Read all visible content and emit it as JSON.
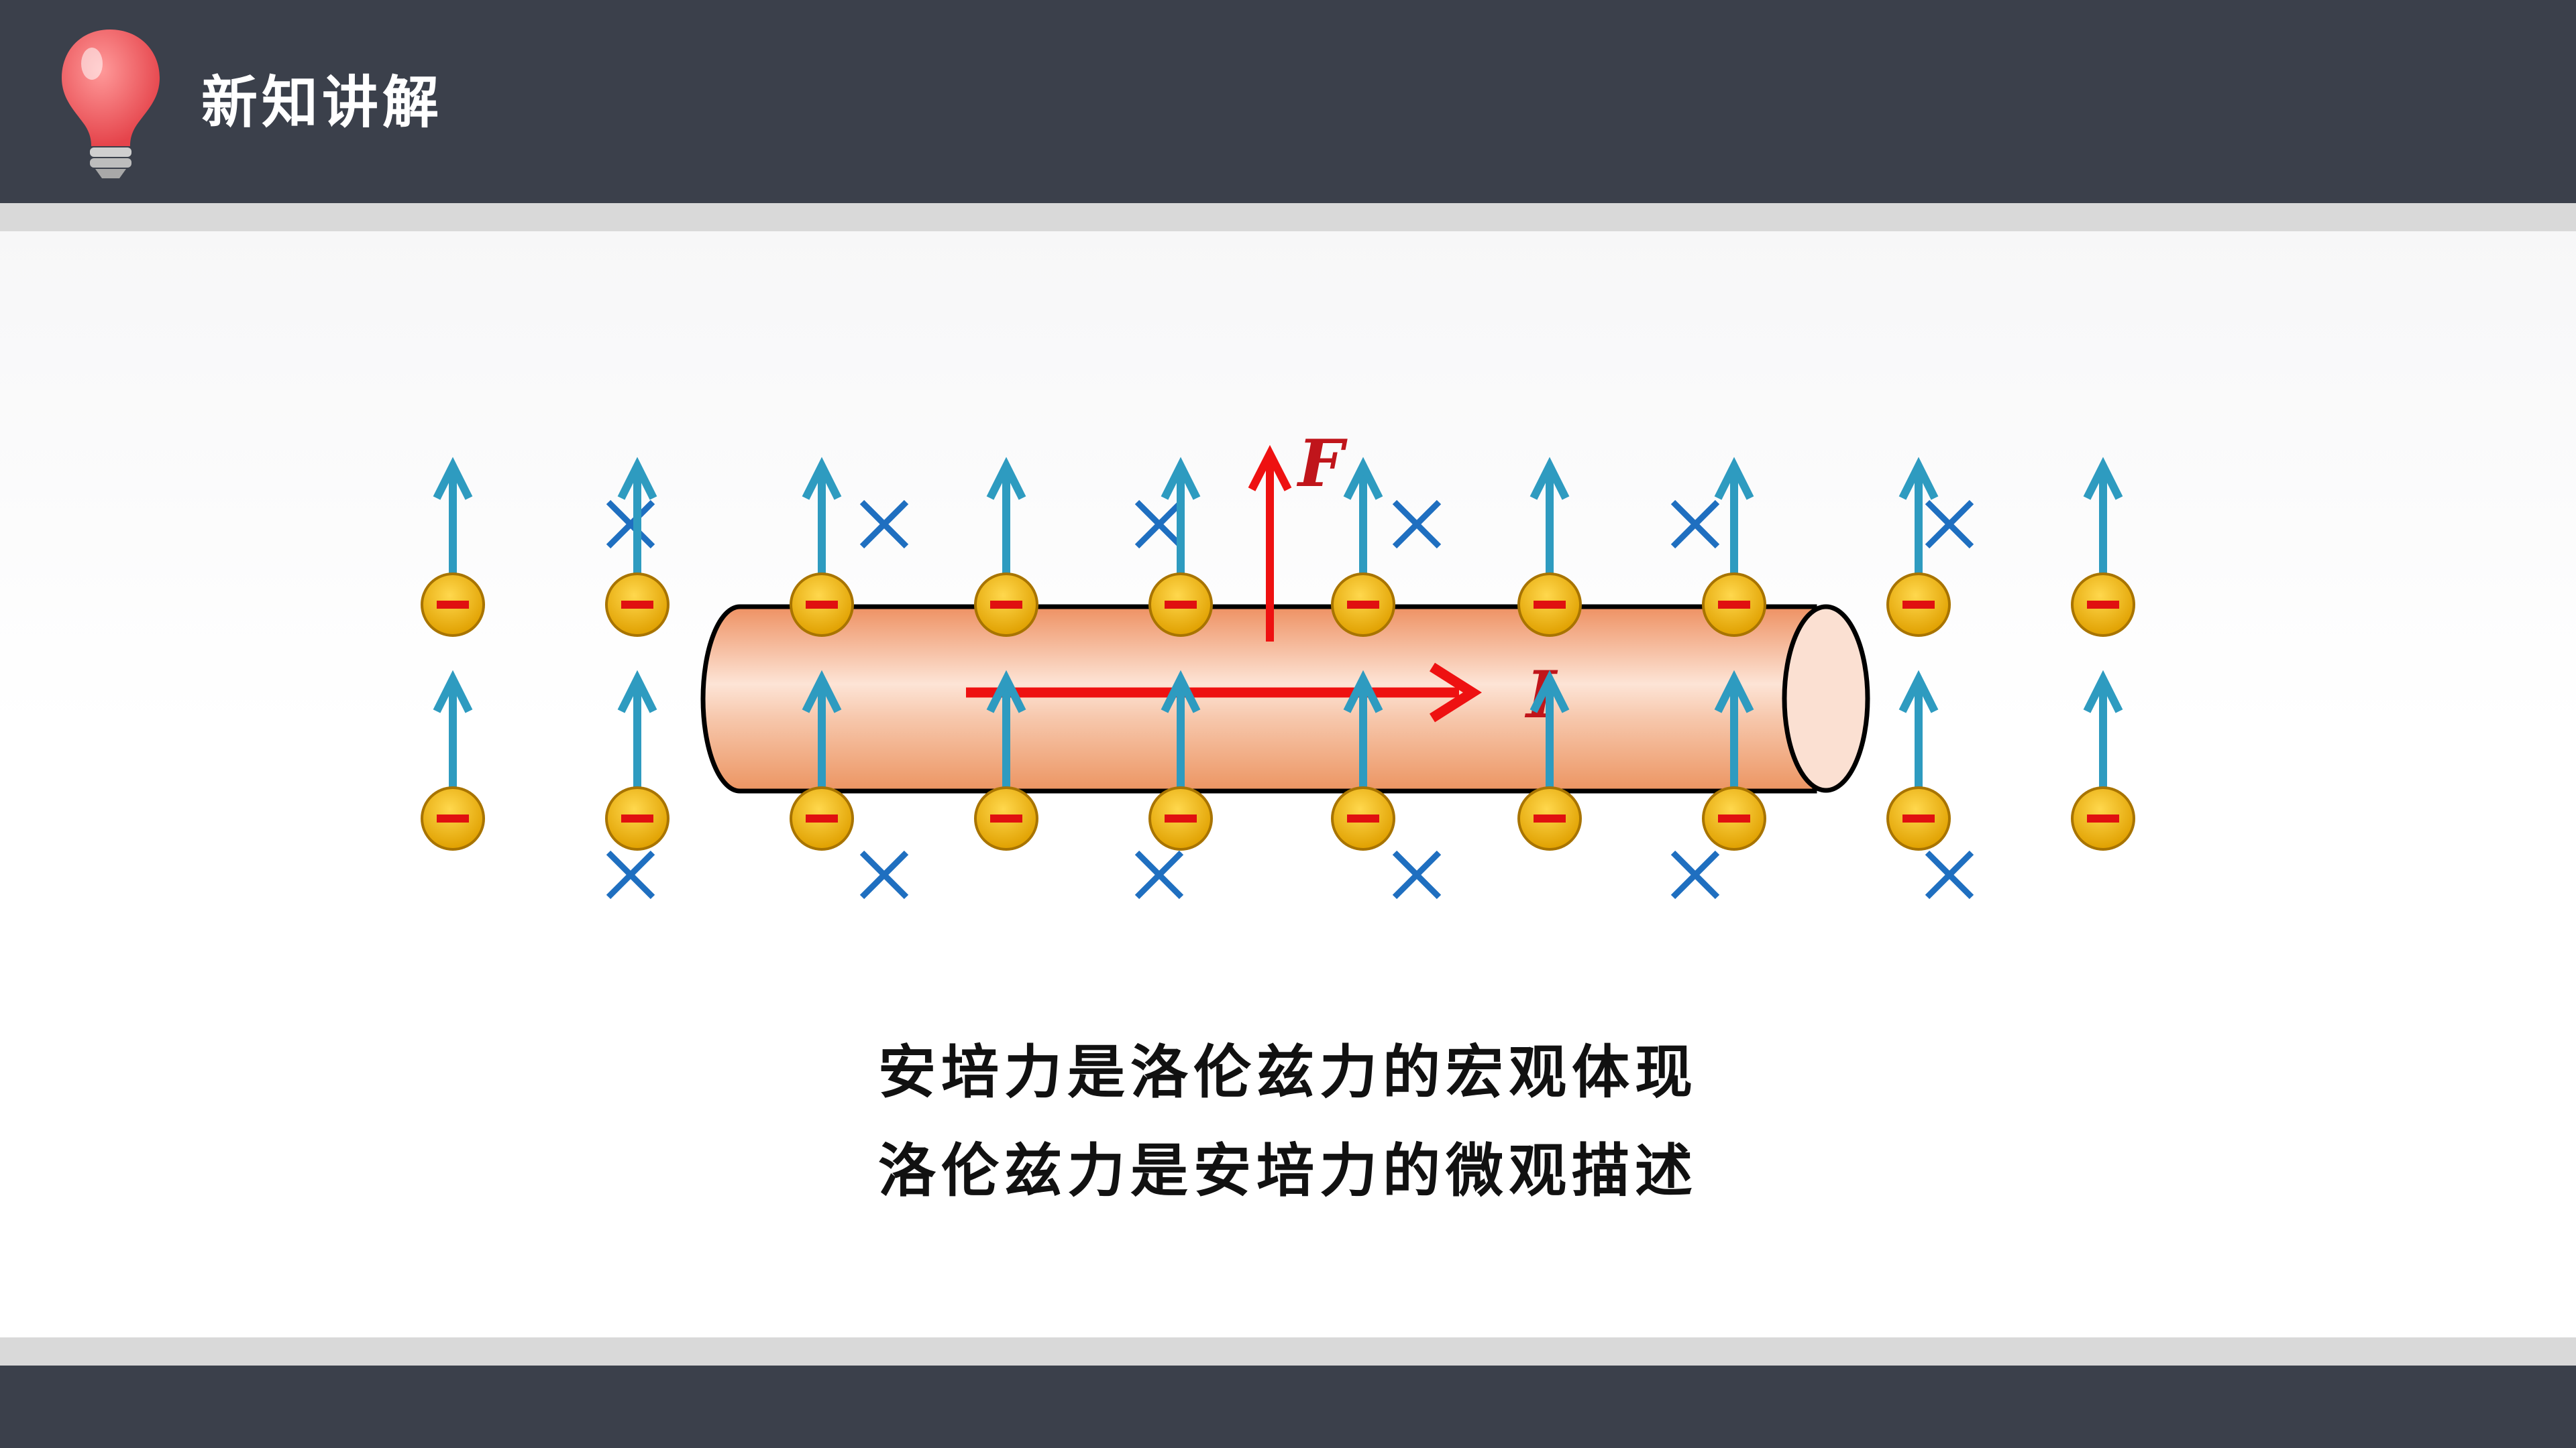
{
  "header": {
    "title": "新知讲解",
    "icon": "lightbulb-icon"
  },
  "diagram": {
    "force_label": "F",
    "current_label": "I",
    "electron_symbol": "−",
    "field_symbol": "×",
    "colors": {
      "arrow": "#2e9bc0",
      "field_cross": "#1f6fc0",
      "force": "#ee1111",
      "electron_fill": "#e8a80a",
      "wire": "#f0a277"
    }
  },
  "captions": [
    "安培力是洛伦兹力的宏观体现",
    "洛伦兹力是安培力的微观描述"
  ],
  "colors": {
    "header_bg": "#3b404b",
    "stripe": "#d9d9d9"
  }
}
